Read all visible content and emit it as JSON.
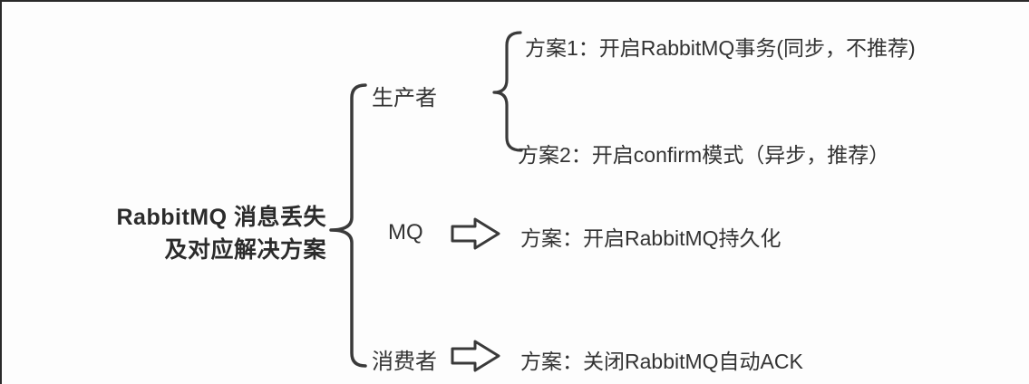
{
  "root": {
    "line1": "RabbitMQ 消息丢失",
    "line2": "及对应解决方案"
  },
  "branches": {
    "producer": {
      "label": "生产者",
      "solutions": {
        "s1": "方案1：开启RabbitMQ事务(同步，不推荐)",
        "s2": "方案2：开启confirm模式（异步，推荐）"
      }
    },
    "mq": {
      "label": "MQ",
      "solution": "方案：开启RabbitMQ持久化"
    },
    "consumer": {
      "label": "消费者",
      "solution": "方案：关闭RabbitMQ自动ACK"
    }
  },
  "colors": {
    "line": "#3a3a3a",
    "text": "#333333",
    "background": "#fdfdfd"
  }
}
